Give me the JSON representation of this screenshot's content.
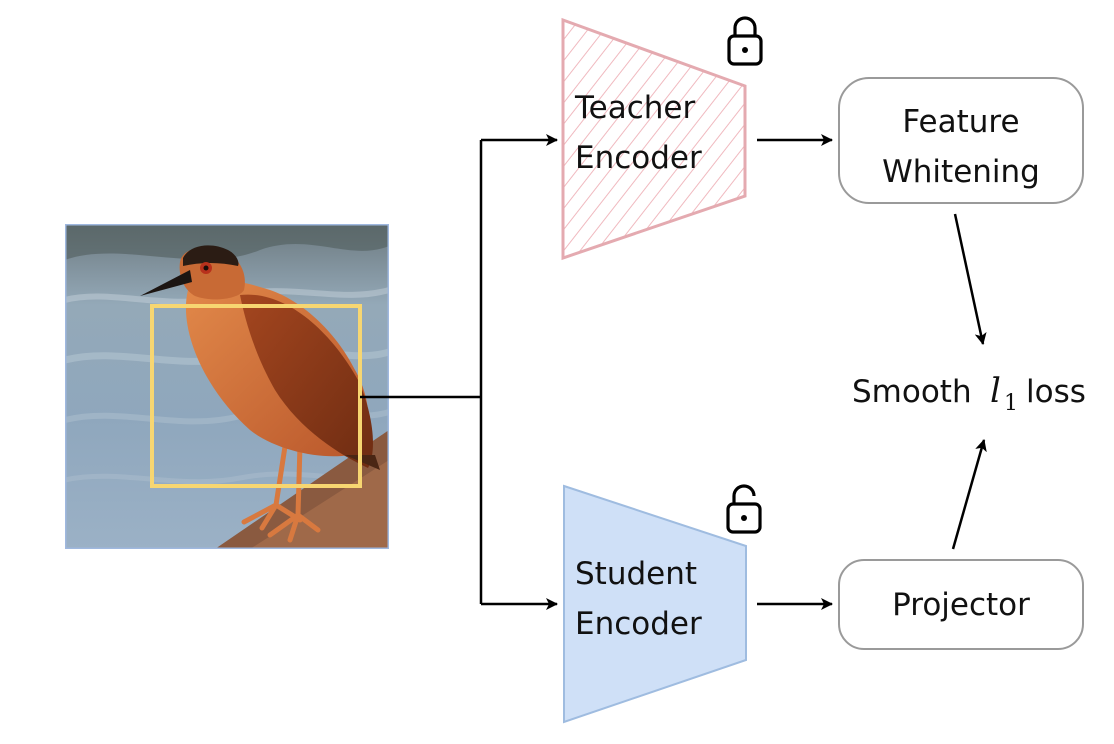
{
  "teacher": {
    "line1": "Teacher",
    "line2": "Encoder"
  },
  "student": {
    "line1": "Student",
    "line2": "Encoder"
  },
  "whitening": {
    "line1": "Feature",
    "line2": "Whitening"
  },
  "projector": {
    "label": "Projector"
  },
  "loss": {
    "prefix": "Smooth",
    "symbol": "l",
    "subscript": "1",
    "suffix": "loss"
  },
  "locks": {
    "teacher": "lock-closed",
    "student": "lock-open"
  },
  "colors": {
    "teacher_stroke": "#e4aab0",
    "teacher_hatch": "#f0b9bf",
    "student_fill": "#cfe0f7",
    "student_stroke": "#9fbce0",
    "image_border": "#9fb8df",
    "crop_box": "#f7d671",
    "box_stroke": "#9a9a9a",
    "arrow": "#000000"
  }
}
